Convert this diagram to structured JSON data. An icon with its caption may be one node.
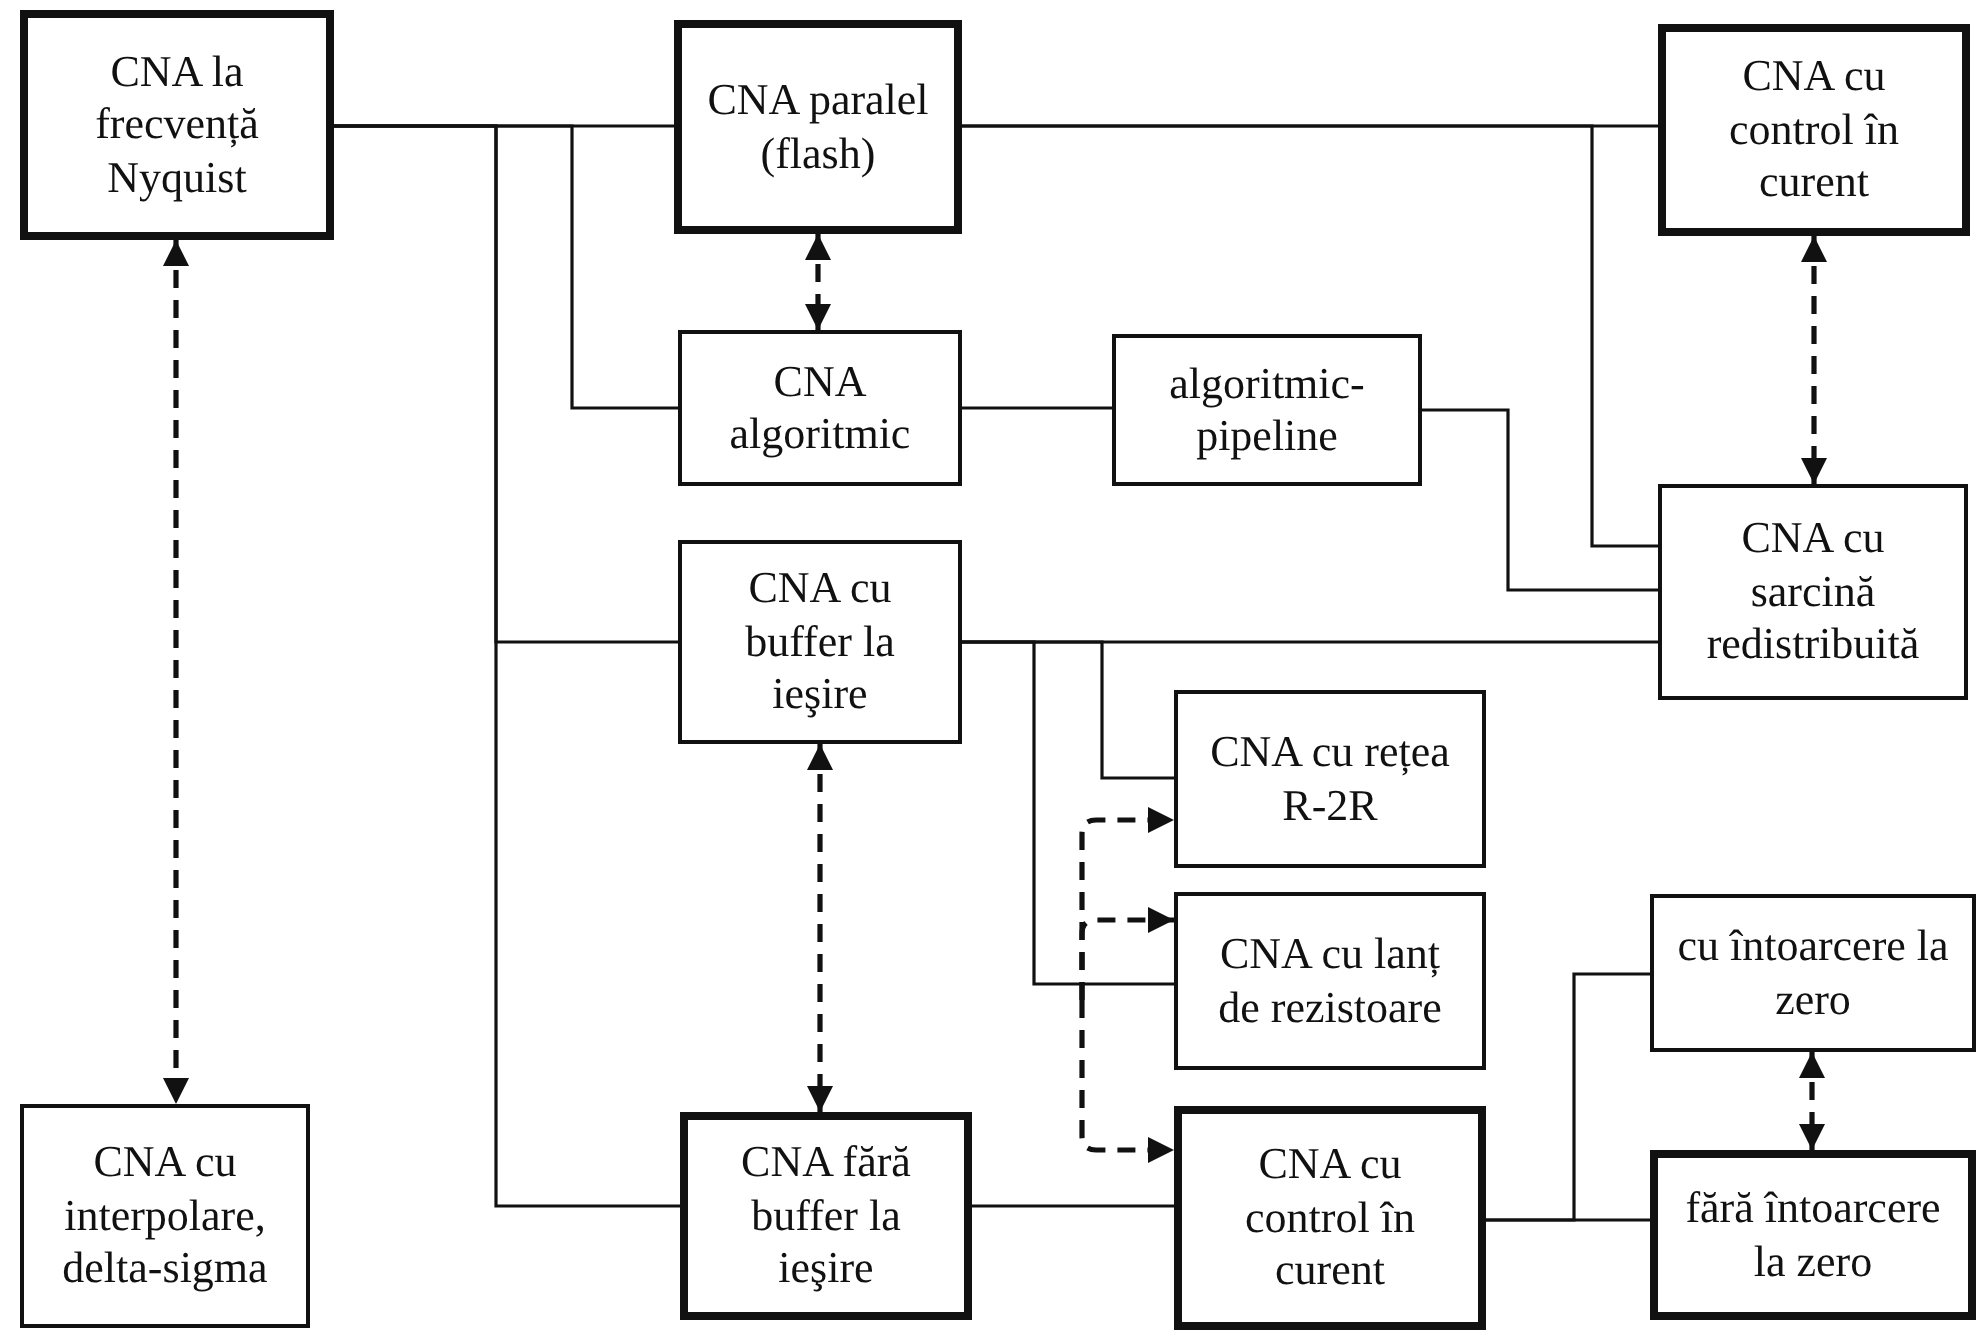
{
  "diagram": {
    "nodes": [
      {
        "text": [
          "CNA la frecvență Nyquist"
        ]
      },
      {
        "text": [
          "CNA paralel (flash)"
        ]
      },
      {
        "text": [
          "CNA cu control în curent"
        ]
      },
      {
        "text": [
          "CNA algoritmic"
        ]
      },
      {
        "text": [
          "algoritmic-pipeline"
        ]
      },
      {
        "text": [
          "CNA cu sarcină redistribuită"
        ]
      },
      {
        "text": [
          "CNA cu buffer la ieşire"
        ]
      },
      {
        "text": [
          "CNA cu rețea R-2R"
        ]
      },
      {
        "text": [
          "CNA cu lanț de rezistoare"
        ]
      },
      {
        "text": [
          "cu întoarcere la zero"
        ]
      },
      {
        "text": [
          "CNA cu interpolare, delta-sigma"
        ]
      },
      {
        "text": [
          "CNA fără buffer la ieşire"
        ]
      },
      {
        "text": [
          "CNA cu control în curent"
        ]
      },
      {
        "text": [
          "fără întoarcere la zero"
        ]
      }
    ],
    "edges": [
      {
        "from": 0,
        "to": 1,
        "arrow": "none"
      },
      {
        "from": 0,
        "to": 3,
        "arrow": "none"
      },
      {
        "from": 0,
        "to": 6,
        "arrow": "none"
      },
      {
        "from": 0,
        "to": 11,
        "arrow": "none"
      },
      {
        "from": 1,
        "to": 2,
        "arrow": "none"
      },
      {
        "from": 1,
        "to": 5,
        "arrow": "none"
      },
      {
        "from": 3,
        "to": 4,
        "arrow": "none"
      },
      {
        "from": 4,
        "to": 5,
        "arrow": "none"
      },
      {
        "from": 6,
        "to": 5,
        "arrow": "none"
      },
      {
        "from": 6,
        "to": 7,
        "arrow": "none"
      },
      {
        "from": 6,
        "to": 8,
        "arrow": "none"
      },
      {
        "from": 11,
        "to": 12,
        "arrow": "none"
      },
      {
        "from": 12,
        "to": 13,
        "arrow": "none"
      },
      {
        "from": 12,
        "to": 9,
        "arrow": "none"
      },
      {
        "from": 0,
        "to": 10,
        "arrow": "both",
        "style": "dashed"
      },
      {
        "from": 1,
        "to": 3,
        "arrow": "both",
        "style": "dashed"
      },
      {
        "from": 2,
        "to": 5,
        "arrow": "both",
        "style": "dashed"
      },
      {
        "from": 6,
        "to": 11,
        "arrow": "both",
        "style": "dashed"
      },
      {
        "from": 9,
        "to": 13,
        "arrow": "both",
        "style": "dashed"
      },
      {
        "from": null,
        "to": 7,
        "arrow": "to",
        "style": "dashed"
      },
      {
        "from": null,
        "to": 8,
        "arrow": "to",
        "style": "dashed"
      },
      {
        "from": null,
        "to": 12,
        "arrow": "to",
        "style": "dashed"
      }
    ]
  }
}
